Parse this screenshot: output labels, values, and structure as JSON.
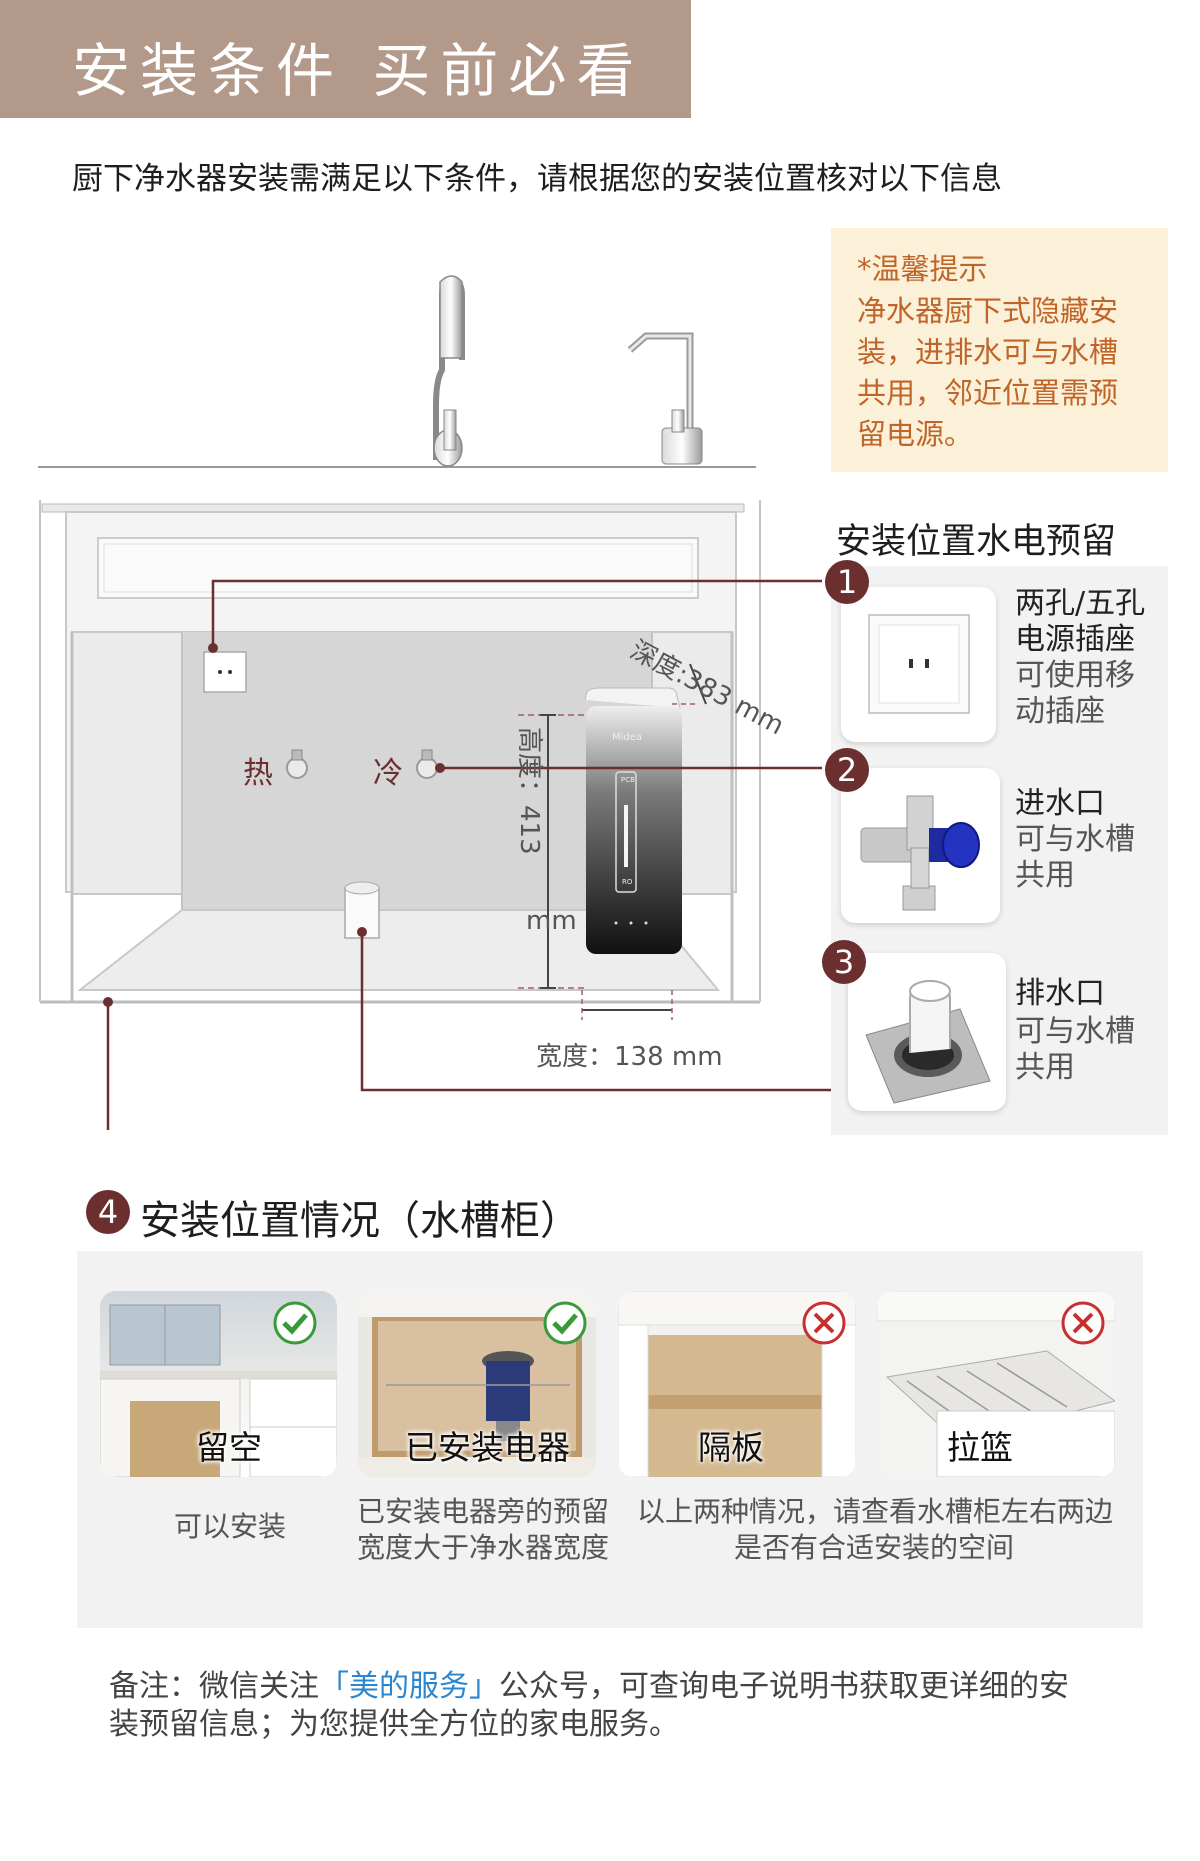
{
  "header": {
    "title": "安装条件 买前必看",
    "subtitle": "厨下净水器安装需满足以下条件，请根据您的安装位置核对以下信息"
  },
  "tip": {
    "lines": [
      "*温馨提示",
      "净水器厨下式隐藏安",
      "装，进排水可与水槽",
      "共用，邻近位置需预",
      "留电源。"
    ]
  },
  "diagram": {
    "hot_label": "热",
    "cold_label": "冷",
    "depth_label": "深度:383 mm",
    "height_label_top": "高度：413",
    "height_unit": "mm",
    "width_label": "宽度：138 mm",
    "device_brand": "Midea",
    "device_text_pcb": "PCB",
    "device_text_ro": "RO"
  },
  "reserve": {
    "heading": "安装位置水电预留",
    "items": [
      {
        "num": "1",
        "title_lines": [
          "两孔/五孔",
          "电源插座"
        ],
        "sub_lines": [
          "可使用移",
          "动插座"
        ]
      },
      {
        "num": "2",
        "title_lines": [
          "进水口"
        ],
        "sub_lines": [
          "可与水槽",
          "共用"
        ]
      },
      {
        "num": "3",
        "title_lines": [
          "排水口"
        ],
        "sub_lines": [
          "可与水槽",
          "共用"
        ]
      }
    ]
  },
  "location": {
    "num": "4",
    "heading": "安装位置情况（水槽柜）",
    "photos": [
      {
        "label": "留空",
        "ok": true
      },
      {
        "label": "已安装电器",
        "ok": true
      },
      {
        "label": "隔板",
        "ok": false
      },
      {
        "label": "拉篮",
        "ok": false
      }
    ],
    "captions": {
      "c1": "可以安装",
      "c2_lines": [
        "已安装电器旁的预留",
        "宽度大于净水器宽度"
      ],
      "c3_lines": [
        "以上两种情况，请查看水槽柜左右两边",
        "是否有合适安装的空间"
      ]
    }
  },
  "note": {
    "prefix": "备注：微信关注",
    "highlight": "「美的服务」",
    "suffix_line1": "公众号，可查询电子说明书获取更详细的安",
    "line2": "装预留信息；为您提供全方位的家电服务。"
  },
  "colors": {
    "banner": "#b2998a",
    "accent": "#6b2f2f",
    "tip_text": "#c0652a",
    "link": "#2a86d1"
  }
}
